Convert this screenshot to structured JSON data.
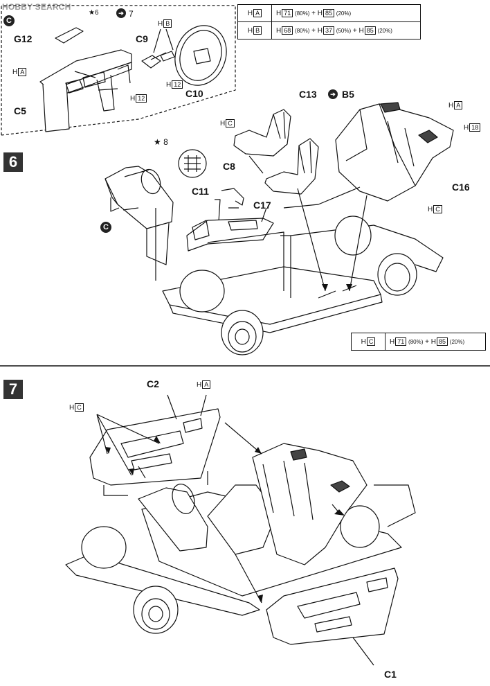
{
  "watermark": "HOBBY SEARCH",
  "inset": {
    "marker": "C",
    "ref_star": "6",
    "ref_step": "7",
    "parts": [
      "G12",
      "C9",
      "C5",
      "C10"
    ],
    "paint_hb": "B",
    "paint_ha": "A",
    "paint_h12a": "12",
    "paint_h12b": "12"
  },
  "paint_table_top": {
    "rows": [
      {
        "code": "A",
        "mix": [
          {
            "n": "71",
            "p": "(80%)"
          },
          {
            "n": "85",
            "p": "(20%)"
          }
        ]
      },
      {
        "code": "B",
        "mix": [
          {
            "n": "68",
            "p": "(80%)"
          },
          {
            "n": "37",
            "p": "(50%)"
          },
          {
            "n": "85",
            "p": "(20%)"
          }
        ]
      }
    ]
  },
  "step6": {
    "number": "6",
    "star_ref": "8",
    "parts": [
      "C13",
      "B5",
      "C8",
      "C11",
      "C17",
      "C16"
    ],
    "paint_hc1": "C",
    "paint_hc2": "C",
    "paint_ha": "A",
    "paint_h18": "18",
    "inset_marker": "C",
    "table": {
      "code": "C",
      "mix": [
        {
          "n": "71",
          "p": "(80%)"
        },
        {
          "n": "85",
          "p": "(20%)"
        }
      ]
    }
  },
  "step7": {
    "number": "7",
    "parts": [
      "C2",
      "C1"
    ],
    "paint_ha": "A",
    "paint_hc": "C"
  },
  "colors": {
    "ink": "#111111",
    "gray": "#9a9a9a",
    "step_bg": "#333333"
  }
}
